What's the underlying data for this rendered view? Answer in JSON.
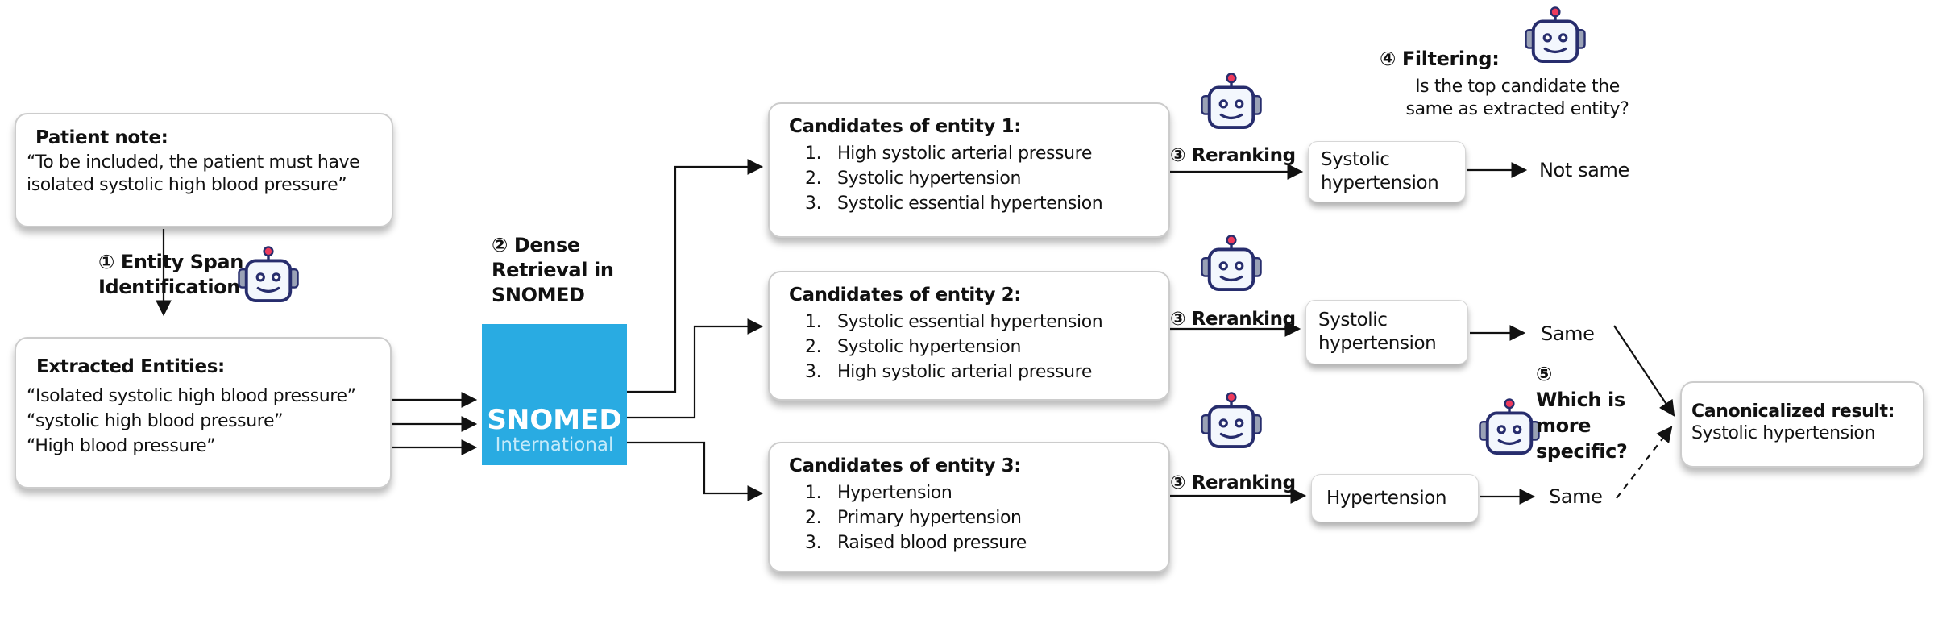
{
  "patient_note": {
    "title": "Patient note:",
    "lines": [
      "“To be included, the patient must have",
      "isolated systolic high blood pressure”"
    ]
  },
  "step1": {
    "lines": [
      "① Entity Span",
      "Identification"
    ]
  },
  "step2": {
    "lines": [
      "② Dense",
      "Retrieval in",
      "SNOMED"
    ]
  },
  "snomed_logo": {
    "line1": "SNOMED",
    "line2": "International"
  },
  "extracted_entities": {
    "title": "Extracted Entities:",
    "items": [
      "“Isolated systolic high blood pressure”",
      "“systolic high blood pressure”",
      "“High blood pressure”"
    ]
  },
  "ordinals": [
    "1.",
    "2.",
    "3."
  ],
  "candidates": [
    {
      "title": "Candidates of entity 1:",
      "items": [
        "High systolic arterial pressure",
        "Systolic hypertension",
        "Systolic essential hypertension"
      ]
    },
    {
      "title": "Candidates of entity 2:",
      "items": [
        "Systolic essential hypertension",
        "Systolic hypertension",
        "High systolic arterial pressure"
      ]
    },
    {
      "title": "Candidates of entity 3:",
      "items": [
        "Hypertension",
        "Primary hypertension",
        "Raised blood pressure"
      ]
    }
  ],
  "rerank_rows": [
    {
      "label": "③ Reranking",
      "result_lines": [
        "Systolic",
        "hypertension"
      ],
      "outcome": "Not same"
    },
    {
      "label": "③ Reranking",
      "result_lines": [
        "Systolic",
        "hypertension"
      ],
      "outcome": "Same"
    },
    {
      "label": "③ Reranking",
      "result_lines": [
        "Hypertension"
      ],
      "outcome": "Same"
    }
  ],
  "step4": {
    "title": "④ Filtering:",
    "question_lines": [
      "Is the top candidate the",
      "same as extracted entity?"
    ]
  },
  "step5": {
    "lines": [
      "⑤",
      "Which is",
      "more",
      "specific?"
    ]
  },
  "result": {
    "title": "Canonicalized result:",
    "value": "Systolic hypertension"
  },
  "colors": {
    "snomed_blue": "#29abe2",
    "text": "#111111",
    "robot_navy": "#272d6d",
    "robot_red": "#ee3a5c",
    "robot_ear_gray": "#9aa2b6",
    "robot_face": "#f3f7fd"
  }
}
